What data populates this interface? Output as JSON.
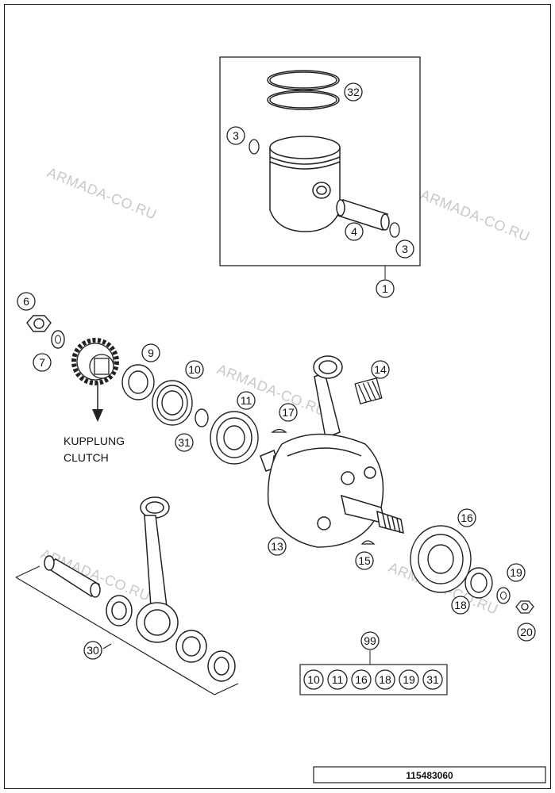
{
  "watermark": "ARMADA-CO.RU",
  "label_kupplung": "KUPPLUNG",
  "label_clutch": "CLUTCH",
  "reference_number": "115483060",
  "callouts": {
    "c32": "32",
    "c3a": "3",
    "c3b": "3",
    "c4": "4",
    "c1": "1",
    "c6": "6",
    "c7": "7",
    "c9": "9",
    "c10": "10",
    "c11": "11",
    "c31": "31",
    "c17": "17",
    "c14": "14",
    "c13": "13",
    "c16": "16",
    "c15": "15",
    "c18": "18",
    "c19": "19",
    "c20": "20",
    "c30": "30",
    "c99": "99"
  },
  "kit_items": [
    "10",
    "11",
    "16",
    "18",
    "19",
    "31"
  ]
}
